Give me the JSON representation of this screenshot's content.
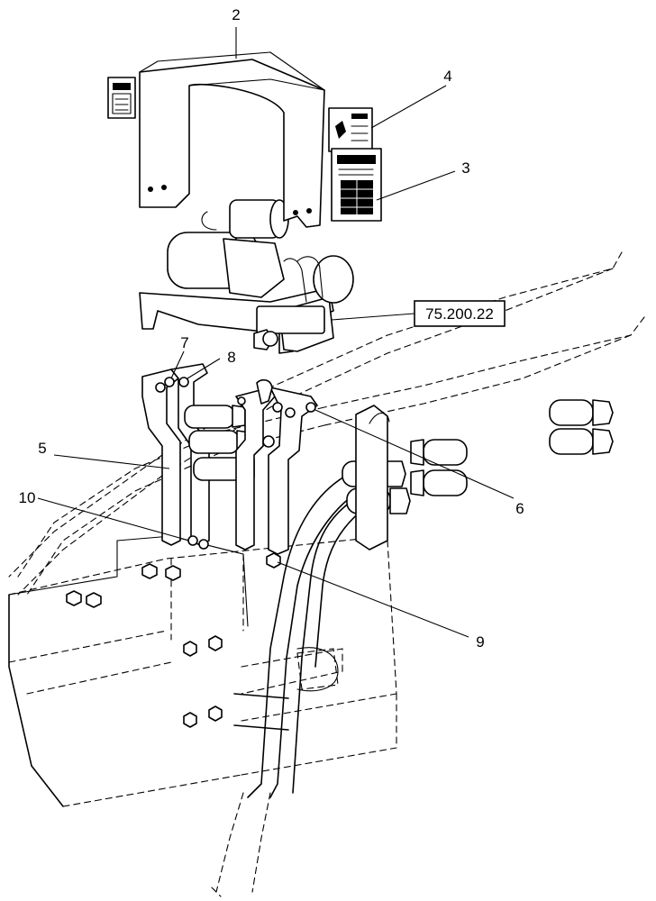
{
  "callouts": {
    "c2": "2",
    "c3": "3",
    "c4": "4",
    "c5": "5",
    "c6": "6",
    "c7": "7",
    "c8": "8",
    "c9": "9",
    "c10": "10"
  },
  "reference_box": "75.200.22"
}
